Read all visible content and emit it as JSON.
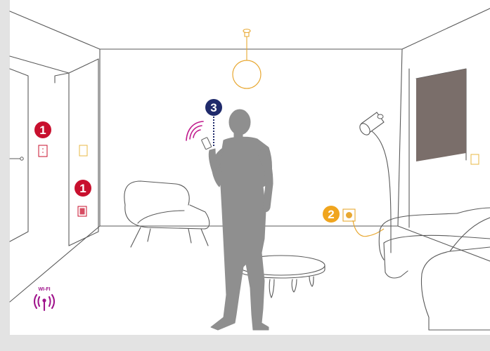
{
  "colors": {
    "frame": "#e3e3e3",
    "wall": "#ffffff",
    "line": "#5a5a5a",
    "person": "#8f8f8f",
    "blind": "#7a6e6a",
    "switch": "#e8b845",
    "lamp": "#e8a832",
    "badge_red": "#c8102e",
    "badge_orange": "#f0a51e",
    "badge_navy": "#1f2a6b",
    "wifi": "#a0148c",
    "signal": "#c01a8c"
  },
  "badges": {
    "door_switch_number": "1",
    "panel_number": "1",
    "socket_number": "2",
    "phone_number": "3"
  },
  "wifi": {
    "label": "WI-FI",
    "icon": "wifi-antenna-icon"
  }
}
